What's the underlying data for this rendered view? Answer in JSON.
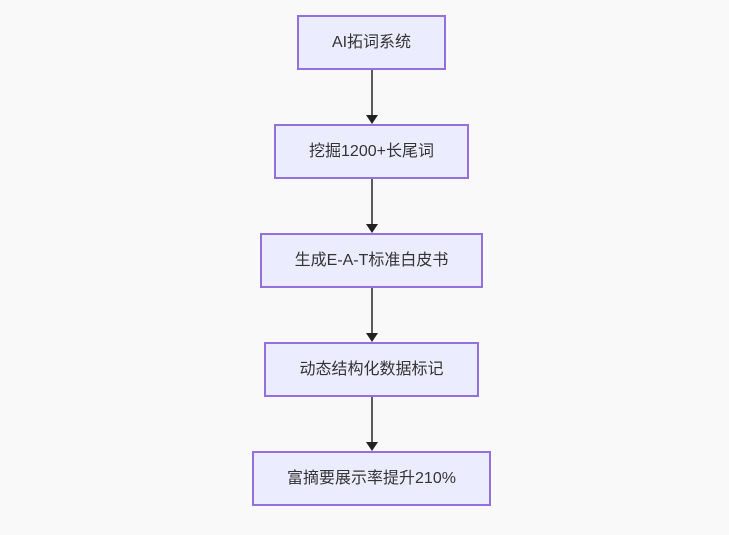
{
  "diagram": {
    "type": "flowchart",
    "direction": "top-down",
    "colors": {
      "bg": "#f9f9f9",
      "node-fill": "#ECECFF",
      "node-border": "#9370DB",
      "text-color": "#333333",
      "edge-line": "#5b5b5b",
      "edge-head": "#222222"
    },
    "nodes": [
      {
        "id": "n1",
        "label": "AI拓词系统"
      },
      {
        "id": "n2",
        "label": "挖掘1200+长尾词"
      },
      {
        "id": "n3",
        "label": "生成E-A-T标准白皮书"
      },
      {
        "id": "n4",
        "label": "动态结构化数据标记"
      },
      {
        "id": "n5",
        "label": "富摘要展示率提升210%"
      }
    ],
    "edges": [
      {
        "from": "n1",
        "to": "n2"
      },
      {
        "from": "n2",
        "to": "n3"
      },
      {
        "from": "n3",
        "to": "n4"
      },
      {
        "from": "n4",
        "to": "n5"
      }
    ]
  }
}
